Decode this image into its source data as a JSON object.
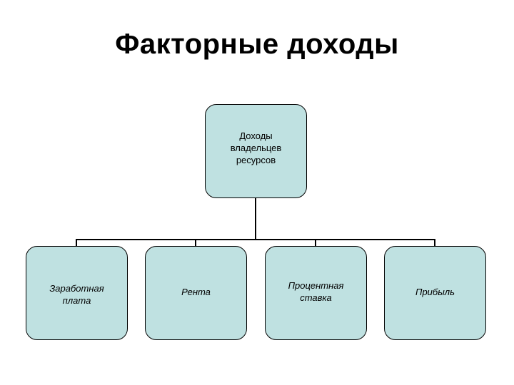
{
  "title": "Факторные доходы",
  "root": {
    "label": "Доходы\nвладельцев\nресурсов"
  },
  "children": [
    {
      "label": "Заработная\nплата"
    },
    {
      "label": "Рента"
    },
    {
      "label": "Процентная\nставка"
    },
    {
      "label": "Прибыль"
    }
  ],
  "colors": {
    "node_fill": "#bfe1e1",
    "node_border": "#000000",
    "connector": "#000000"
  }
}
